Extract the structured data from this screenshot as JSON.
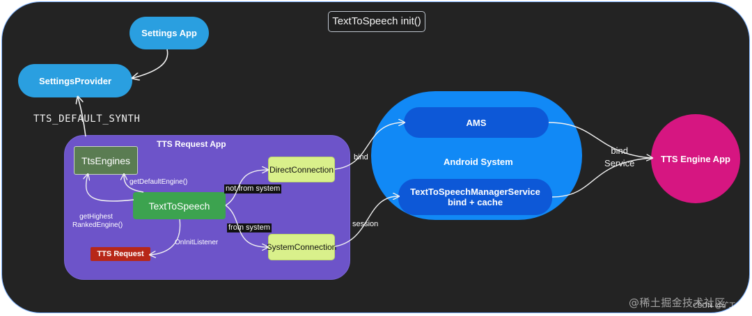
{
  "title": "TextToSpeech init()",
  "nodes": {
    "settings_app": "Settings App",
    "settings_provider": "SettingsProvider",
    "tts_default_synth": "TTS_DEFAULT_SYNTH",
    "tts_request_app": "TTS Request App",
    "tts_engines": "TtsEngines",
    "text_to_speech": "TextToSpeech",
    "direct_connection": "DirectConnection",
    "system_connection": "SystemConnection",
    "tts_request": "TTS Request",
    "android_system": "Android System",
    "ams": "AMS",
    "manager_service_line1": "TextToSpeechManagerService",
    "manager_service_line2": "bind + cache",
    "tts_engine_app": "TTS Engine App"
  },
  "labels": {
    "get_default_engine": "getDefaultEngine()",
    "get_highest_line1": "getHighest",
    "get_highest_line2": "RankedEngine()",
    "on_init_listener": "OnInitListener",
    "not_from_system": "not from system",
    "from_system": "from system",
    "bind": "bind",
    "session": "session",
    "bind_service_line1": "bind",
    "bind_service_line2": "Service"
  },
  "watermark": {
    "main": "@稀土掘金技术社区",
    "small": "CSDN @矿工"
  },
  "colors": {
    "background": "#232323",
    "border": "#7eb3ff",
    "settings_blue": "#2a9fe0",
    "request_purple": "#6d54c9",
    "android_blue": "#1189f6",
    "service_blue": "#0d58d7",
    "engine_pink": "#d61681",
    "node_green": "#3ca34f",
    "node_lime": "#d9f08b",
    "node_olive": "#5a7c52",
    "request_red": "#b72718"
  }
}
